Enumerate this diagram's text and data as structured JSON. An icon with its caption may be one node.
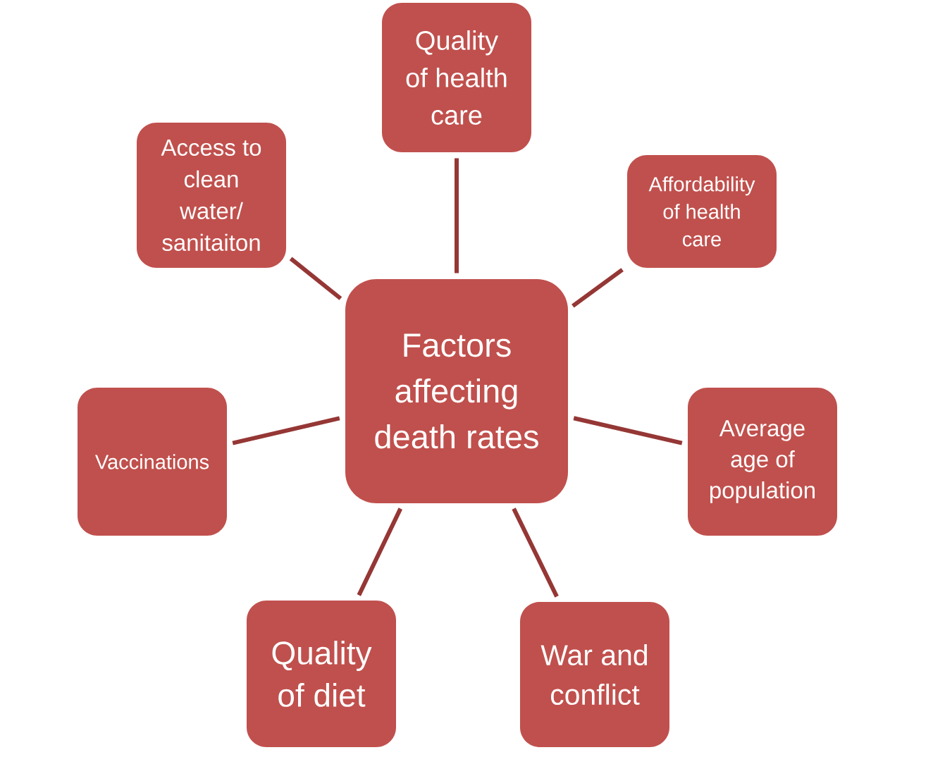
{
  "diagram": {
    "nodes": [
      {
        "text": [
          "Factors affecting death rates"
        ]
      },
      {
        "text": [
          "Quality of health care"
        ]
      },
      {
        "text": [
          "Affordability of health care"
        ]
      },
      {
        "text": [
          "Average age of population"
        ]
      },
      {
        "text": [
          "War and conflict"
        ]
      },
      {
        "text": [
          "Quality of diet"
        ]
      },
      {
        "text": [
          "Vaccinations"
        ]
      },
      {
        "text": [
          "Access to clean water/ sanitaiton"
        ]
      }
    ],
    "edges": [
      {
        "from": 0,
        "to": 1,
        "arrow": "none"
      },
      {
        "from": 0,
        "to": 2,
        "arrow": "none"
      },
      {
        "from": 0,
        "to": 3,
        "arrow": "none"
      },
      {
        "from": 0,
        "to": 4,
        "arrow": "none"
      },
      {
        "from": 0,
        "to": 5,
        "arrow": "none"
      },
      {
        "from": 0,
        "to": 6,
        "arrow": "none"
      },
      {
        "from": 0,
        "to": 7,
        "arrow": "none"
      }
    ]
  }
}
